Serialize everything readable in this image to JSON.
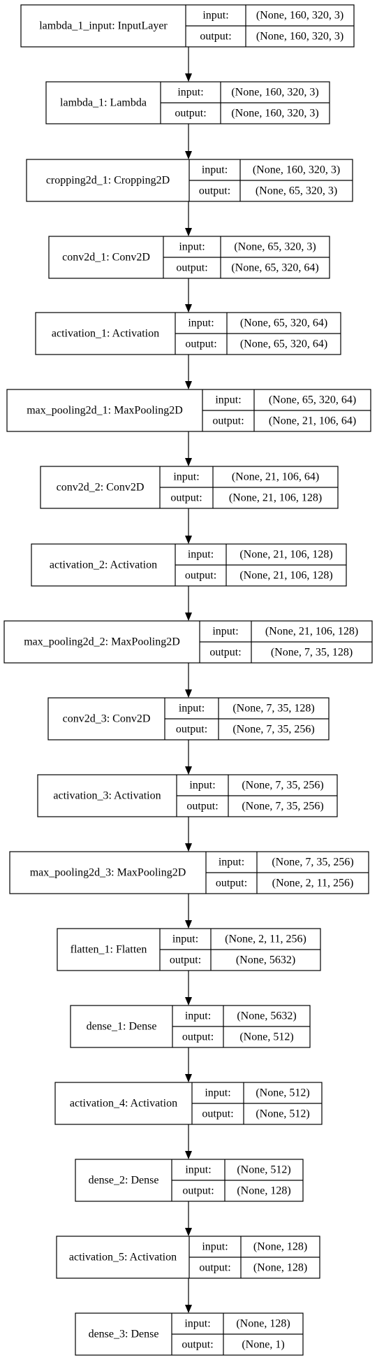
{
  "layers": [
    {
      "name": "lambda_1_input: InputLayer",
      "in_label": "input:",
      "out_label": "output:",
      "input": "(None, 160, 320, 3)",
      "output": "(None, 160, 320, 3)"
    },
    {
      "name": "lambda_1: Lambda",
      "in_label": "input:",
      "out_label": "output:",
      "input": "(None, 160, 320, 3)",
      "output": "(None, 160, 320, 3)"
    },
    {
      "name": "cropping2d_1: Cropping2D",
      "in_label": "input:",
      "out_label": "output:",
      "input": "(None, 160, 320, 3)",
      "output": "(None, 65, 320, 3)"
    },
    {
      "name": "conv2d_1: Conv2D",
      "in_label": "input:",
      "out_label": "output:",
      "input": "(None, 65, 320, 3)",
      "output": "(None, 65, 320, 64)"
    },
    {
      "name": "activation_1: Activation",
      "in_label": "input:",
      "out_label": "output:",
      "input": "(None, 65, 320, 64)",
      "output": "(None, 65, 320, 64)"
    },
    {
      "name": "max_pooling2d_1: MaxPooling2D",
      "in_label": "input:",
      "out_label": "output:",
      "input": "(None, 65, 320, 64)",
      "output": "(None, 21, 106, 64)"
    },
    {
      "name": "conv2d_2: Conv2D",
      "in_label": "input:",
      "out_label": "output:",
      "input": "(None, 21, 106, 64)",
      "output": "(None, 21, 106, 128)"
    },
    {
      "name": "activation_2: Activation",
      "in_label": "input:",
      "out_label": "output:",
      "input": "(None, 21, 106, 128)",
      "output": "(None, 21, 106, 128)"
    },
    {
      "name": "max_pooling2d_2: MaxPooling2D",
      "in_label": "input:",
      "out_label": "output:",
      "input": "(None, 21, 106, 128)",
      "output": "(None, 7, 35, 128)"
    },
    {
      "name": "conv2d_3: Conv2D",
      "in_label": "input:",
      "out_label": "output:",
      "input": "(None, 7, 35, 128)",
      "output": "(None, 7, 35, 256)"
    },
    {
      "name": "activation_3: Activation",
      "in_label": "input:",
      "out_label": "output:",
      "input": "(None, 7, 35, 256)",
      "output": "(None, 7, 35, 256)"
    },
    {
      "name": "max_pooling2d_3: MaxPooling2D",
      "in_label": "input:",
      "out_label": "output:",
      "input": "(None, 7, 35, 256)",
      "output": "(None, 2, 11, 256)"
    },
    {
      "name": "flatten_1: Flatten",
      "in_label": "input:",
      "out_label": "output:",
      "input": "(None, 2, 11, 256)",
      "output": "(None, 5632)"
    },
    {
      "name": "dense_1: Dense",
      "in_label": "input:",
      "out_label": "output:",
      "input": "(None, 5632)",
      "output": "(None, 512)"
    },
    {
      "name": "activation_4: Activation",
      "in_label": "input:",
      "out_label": "output:",
      "input": "(None, 512)",
      "output": "(None, 512)"
    },
    {
      "name": "dense_2: Dense",
      "in_label": "input:",
      "out_label": "output:",
      "input": "(None, 512)",
      "output": "(None, 128)"
    },
    {
      "name": "activation_5: Activation",
      "in_label": "input:",
      "out_label": "output:",
      "input": "(None, 128)",
      "output": "(None, 128)"
    },
    {
      "name": "dense_3: Dense",
      "in_label": "input:",
      "out_label": "output:",
      "input": "(None, 128)",
      "output": "(None, 1)"
    }
  ]
}
